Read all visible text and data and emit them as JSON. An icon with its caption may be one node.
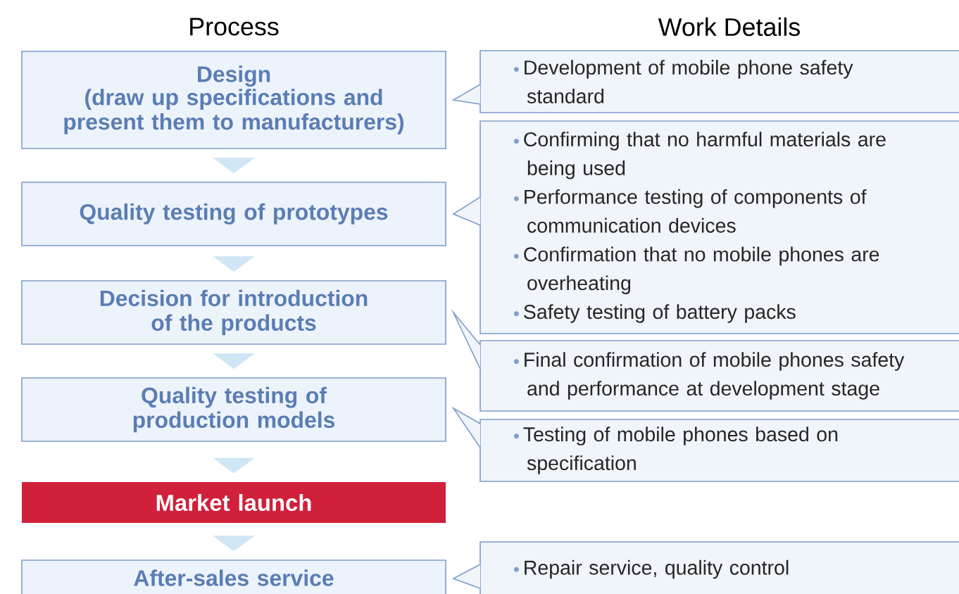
{
  "diagram": {
    "nodes": [
      {
        "text": [
          "Design",
          "(draw up specifications and present them to manufacturers)"
        ]
      },
      {
        "text": [
          "Quality testing of prototypes"
        ]
      },
      {
        "text": [
          "Decision for introduction of the products"
        ]
      },
      {
        "text": [
          "Quality testing of production models"
        ]
      },
      {
        "text": [
          "Market launch"
        ]
      },
      {
        "text": [
          "After-sales service"
        ]
      },
      {
        "text": [
          "Development of mobile phone safety standard"
        ]
      },
      {
        "text": [
          "Confirming that no harmful materials are being used",
          "Performance testing of components of communication devices",
          "Confirmation that no mobile phones are overheating",
          "Safety testing of battery packs"
        ]
      },
      {
        "text": [
          "Final confirmation of mobile phones safety and performance at development stage"
        ]
      },
      {
        "text": [
          "Testing of mobile phones based on specification"
        ]
      },
      {
        "text": [
          "Repair service, quality control"
        ]
      }
    ],
    "edges": [
      {
        "from": 0,
        "to": 1,
        "arrow": "to"
      },
      {
        "from": 1,
        "to": 2,
        "arrow": "to"
      },
      {
        "from": 2,
        "to": 3,
        "arrow": "to"
      },
      {
        "from": 3,
        "to": 4,
        "arrow": "to"
      },
      {
        "from": 4,
        "to": 5,
        "arrow": "to"
      },
      {
        "from": 6,
        "to": 0,
        "arrow": "to"
      },
      {
        "from": 7,
        "to": 1,
        "arrow": "to"
      },
      {
        "from": 8,
        "to": 2,
        "arrow": "to"
      },
      {
        "from": 9,
        "to": 3,
        "arrow": "to"
      },
      {
        "from": 10,
        "to": 5,
        "arrow": "to"
      }
    ],
    "labels": [
      "Process",
      "Work Details"
    ]
  }
}
